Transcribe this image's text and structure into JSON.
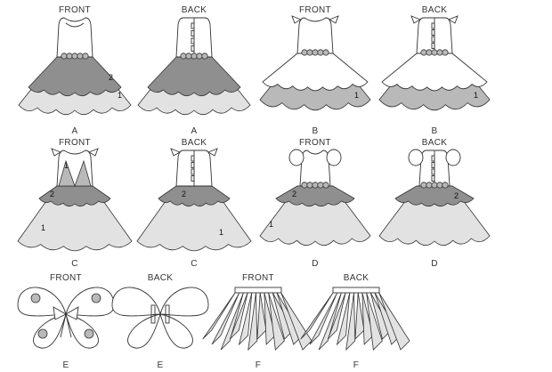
{
  "views": [
    {
      "id": "a-front",
      "view": "FRONT",
      "letter": "A",
      "style": "petal",
      "numbers": [
        "2",
        "1"
      ]
    },
    {
      "id": "a-back",
      "view": "BACK",
      "letter": "A",
      "style": "petal-back",
      "numbers": []
    },
    {
      "id": "b-front",
      "view": "FRONT",
      "letter": "B",
      "style": "white-skirt",
      "numbers": [
        "1"
      ]
    },
    {
      "id": "b-back",
      "view": "BACK",
      "letter": "B",
      "style": "white-skirt-back",
      "numbers": [
        "1"
      ]
    },
    {
      "id": "c-front",
      "view": "FRONT",
      "letter": "C",
      "style": "leaf",
      "numbers": [
        "1",
        "2",
        "1"
      ]
    },
    {
      "id": "c-back",
      "view": "BACK",
      "letter": "C",
      "style": "leaf-back",
      "numbers": [
        "2",
        "1"
      ]
    },
    {
      "id": "d-front",
      "view": "FRONT",
      "letter": "D",
      "style": "puff",
      "numbers": [
        "2",
        "1"
      ]
    },
    {
      "id": "d-back",
      "view": "BACK",
      "letter": "D",
      "style": "puff-back",
      "numbers": [
        "2"
      ]
    },
    {
      "id": "e-front",
      "view": "FRONT",
      "letter": "E",
      "style": "wings",
      "numbers": []
    },
    {
      "id": "e-back",
      "view": "BACK",
      "letter": "E",
      "style": "wings-back",
      "numbers": []
    },
    {
      "id": "f-front",
      "view": "FRONT",
      "letter": "F",
      "style": "tutu",
      "numbers": []
    },
    {
      "id": "f-back",
      "view": "BACK",
      "letter": "F",
      "style": "tutu",
      "numbers": []
    }
  ]
}
